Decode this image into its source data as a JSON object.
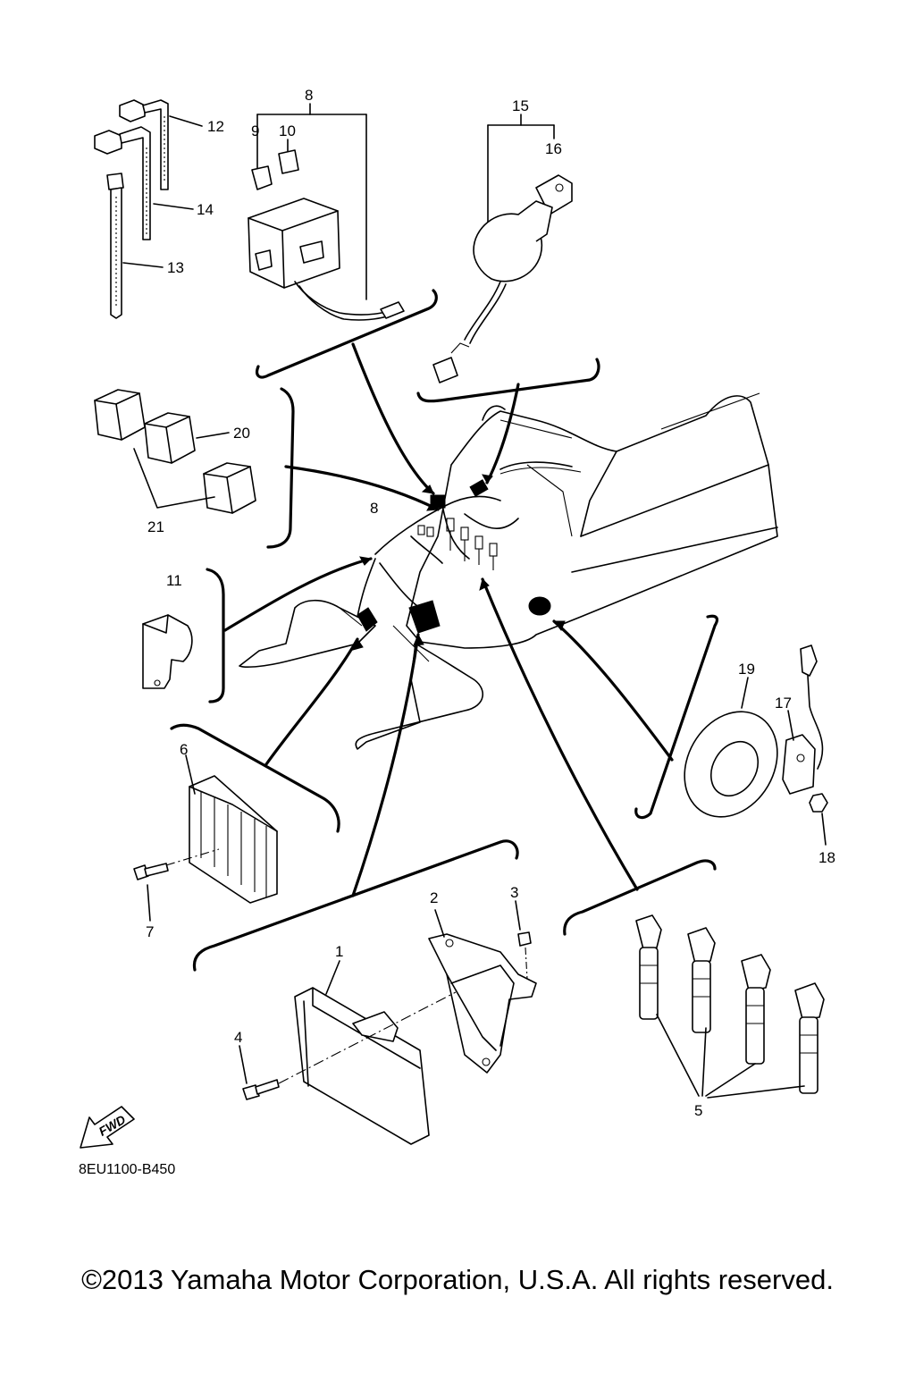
{
  "diagram_code": "8EU1100-B450",
  "fwd_label": "FWD",
  "copyright": "©2013 Yamaha Motor Corporation, U.S.A. All rights reserved.",
  "callouts": {
    "c1": "1",
    "c2": "2",
    "c3": "3",
    "c4": "4",
    "c5": "5",
    "c6": "6",
    "c7": "7",
    "c8": "8",
    "c8b": "8",
    "c9": "9",
    "c10": "10",
    "c11": "11",
    "c12": "12",
    "c13": "13",
    "c14": "14",
    "c15": "15",
    "c16": "16",
    "c17": "17",
    "c18": "18",
    "c19": "19",
    "c20": "20",
    "c21": "21"
  }
}
